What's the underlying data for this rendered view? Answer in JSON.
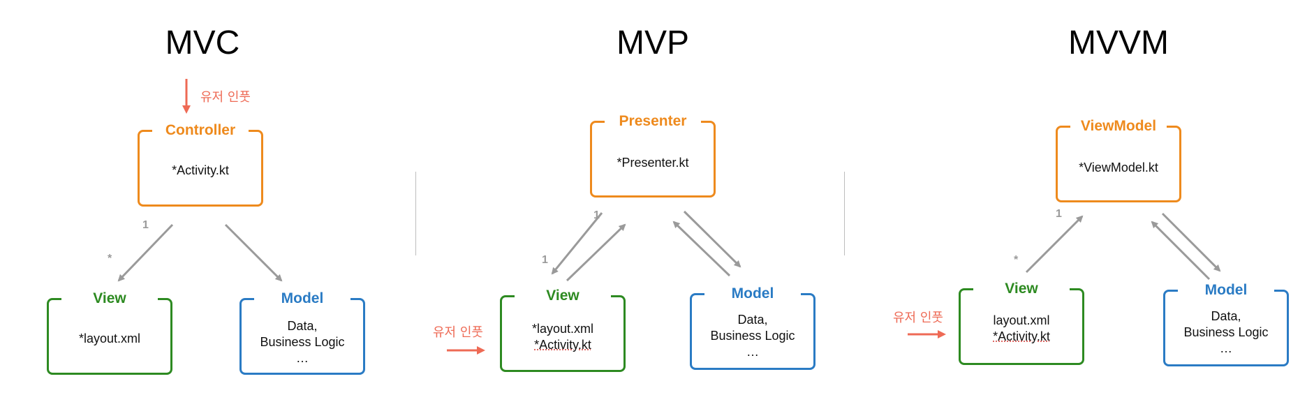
{
  "mvc": {
    "title": "MVC",
    "user_input": "유저 인풋",
    "controller": {
      "title": "Controller",
      "lines": [
        "*Activity.kt"
      ]
    },
    "view": {
      "title": "View",
      "lines": [
        "*layout.xml"
      ]
    },
    "model": {
      "title": "Model",
      "lines": [
        "Data,",
        "Business Logic",
        "…"
      ]
    },
    "mult_one": "1",
    "mult_many": "*"
  },
  "mvp": {
    "title": "MVP",
    "user_input": "유저 인풋",
    "presenter": {
      "title": "Presenter",
      "lines": [
        "*Presenter.kt"
      ]
    },
    "view": {
      "title": "View",
      "lines": [
        "*layout.xml",
        "*Activity.kt"
      ]
    },
    "model": {
      "title": "Model",
      "lines": [
        "Data,",
        "Business Logic",
        "…"
      ]
    },
    "mult_top": "1",
    "mult_bottom": "1"
  },
  "mvvm": {
    "title": "MVVM",
    "user_input": "유저 인풋",
    "viewmodel": {
      "title": "ViewModel",
      "lines": [
        "*ViewModel.kt"
      ]
    },
    "view": {
      "title": "View",
      "lines": [
        "layout.xml",
        "*Activity.kt"
      ]
    },
    "model": {
      "title": "Model",
      "lines": [
        "Data,",
        "Business Logic",
        "…"
      ]
    },
    "mult_one": "1",
    "mult_many": "*"
  },
  "colors": {
    "controller": "#ee8a1d",
    "view": "#2d8a21",
    "model": "#2a7bc4",
    "user_input": "#ee6a55",
    "arrow": "#9a9a9a"
  }
}
